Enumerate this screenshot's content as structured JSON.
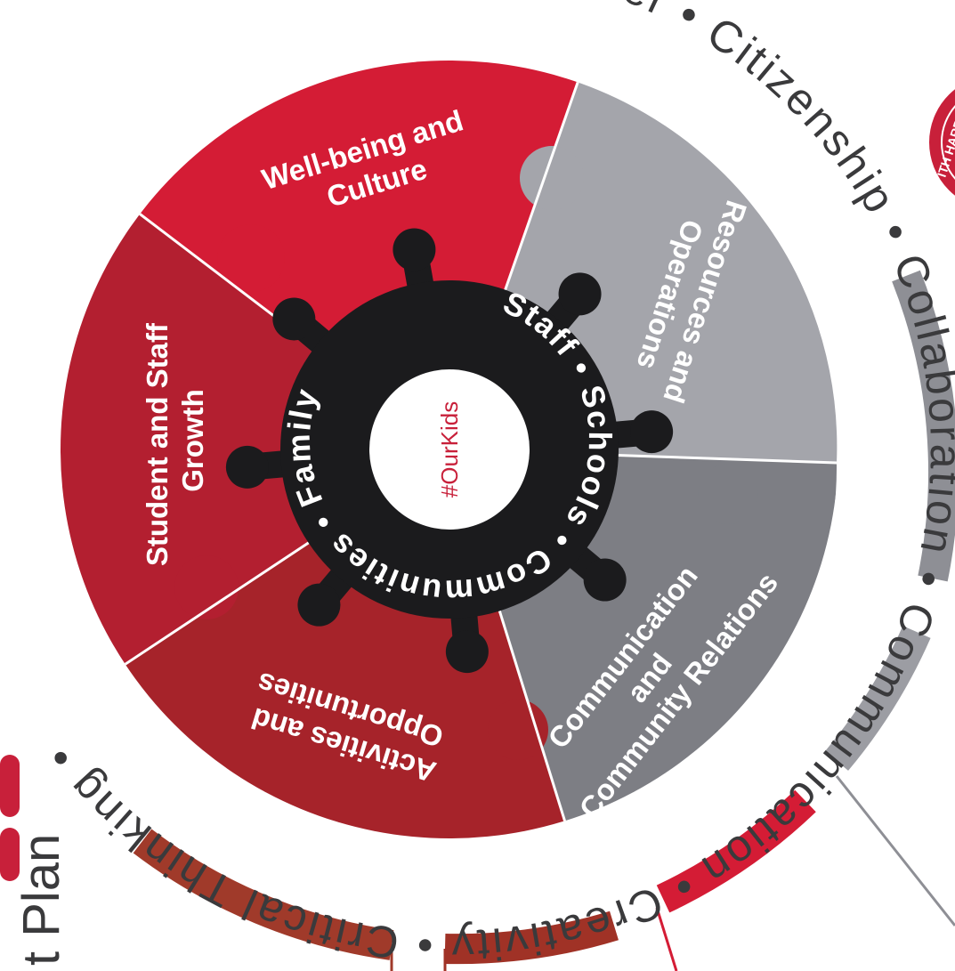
{
  "ring_words": [
    "Character",
    "Citizenship",
    "Collaboration",
    "Communication",
    "Creativity",
    "Critical Thinking"
  ],
  "pieces": [
    {
      "lines": [
        "Well-being and",
        "Culture"
      ],
      "color": "#d41c35"
    },
    {
      "lines": [
        "Resources and",
        "Operations"
      ],
      "color": "#a4a5ab"
    },
    {
      "lines": [
        "Communication",
        "and",
        "Community Relations"
      ],
      "color": "#7d7e84"
    },
    {
      "lines": [
        "Activities and",
        "Opportunities"
      ],
      "color": "#a6232a"
    },
    {
      "lines": [
        "Student and Staff",
        "Growth"
      ],
      "color": "#b31f30"
    }
  ],
  "hub_words": [
    "Staff",
    "Schools",
    "Communities",
    "Family"
  ],
  "center_tag": "#OurKids",
  "side_title_fragment": "t Plan",
  "seal_fragment": "ITH HARB",
  "colors": {
    "hub": "#1b1b1d",
    "ring_text": "#3a3a3c",
    "accent_red": "#c8203a",
    "gray": "#8e8f95"
  }
}
